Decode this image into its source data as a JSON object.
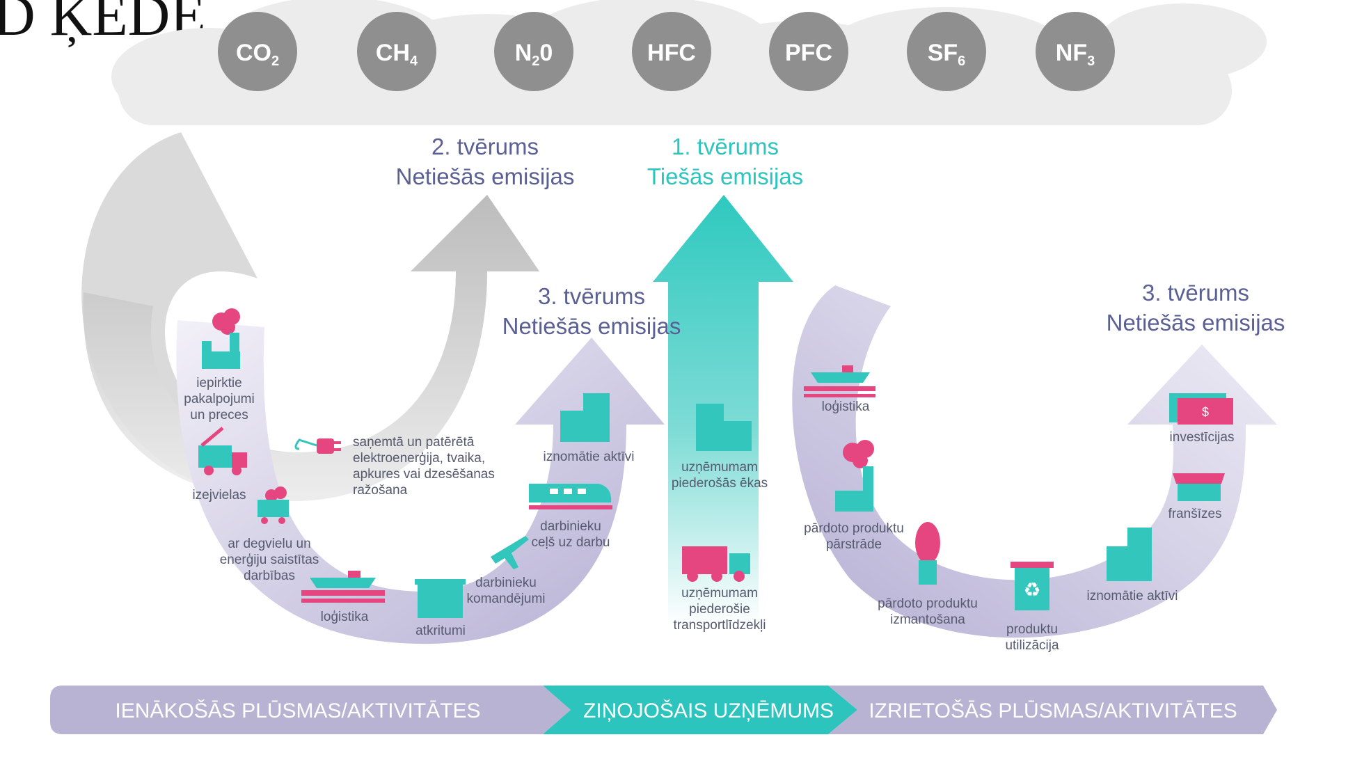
{
  "heading": "D ĶĒDE",
  "gases": [
    "CO",
    "CH",
    "N",
    "HFC",
    "PFC",
    "SF",
    "NF"
  ],
  "gas_subscripts": [
    "2",
    "4",
    "2",
    "",
    "",
    "6",
    "3"
  ],
  "gas_suffix": [
    "",
    "",
    "0",
    "",
    "",
    "",
    ""
  ],
  "scopes": {
    "scope2": {
      "line1": "2. tvērums",
      "line2": "Netiešās emisijas"
    },
    "scope1": {
      "line1": "1. tvērums",
      "line2": "Tiešās emisijas"
    },
    "scope3_up": {
      "line1": "3. tvērums",
      "line2": "Netiešās emisijas"
    },
    "scope3_down": {
      "line1": "3. tvērums",
      "line2": "Netiešās emisijas"
    }
  },
  "upstream": {
    "purchased": [
      "iepirktie",
      "pakalpojumi",
      "un preces"
    ],
    "raw": [
      "izejvielas"
    ],
    "fuel": [
      "ar degvielu un",
      "enerģiju saistītas",
      "darbības"
    ],
    "logistics": [
      "loģistika"
    ],
    "waste": [
      "atkritumi"
    ],
    "business_travel": [
      "darbinieku",
      "komandējumi"
    ],
    "commute": [
      "darbinieku",
      "ceļš uz darbu"
    ],
    "leased": [
      "iznomātie aktīvi"
    ],
    "energy": [
      "saņemtā un patērētā",
      "elektroenerģija, tvaika,",
      "apkures vai dzesēšanas",
      "ražošana"
    ]
  },
  "company": {
    "buildings": [
      "uzņēmumam",
      "piederošās ēkas"
    ],
    "vehicles": [
      "uzņēmumam",
      "piederošie",
      "transportlīdzekļi"
    ]
  },
  "downstream": {
    "logistics": [
      "loģistika"
    ],
    "processing": [
      "pārdoto produktu",
      "pārstrāde"
    ],
    "use": [
      "pārdoto produktu",
      "izmantošana"
    ],
    "disposal": [
      "produktu",
      "utilizācija"
    ],
    "leased": [
      "iznomātie aktīvi"
    ],
    "franchises": [
      "franšīzes"
    ],
    "investments": [
      "investīcijas"
    ]
  },
  "band": {
    "upstream": "IENĀKOŠĀS PLŪSMAS/AKTIVITĀTES",
    "company": "ZIŅOJOŠAIS UZŅĒMUMS",
    "downstream": "IZRIETOŠĀS PLŪSMAS/AKTIVITĀTES"
  },
  "colors": {
    "gas_circle": "#8f8f8f",
    "cloud": "#ececec",
    "scope2_arrow": "#bdbdbd",
    "scope1_teal": "#2ec9bf",
    "scope3_lavender": "#b9b4d6",
    "band_lavender": "#b8b3d3",
    "band_teal": "#2cc4bd",
    "pink": "#e6467f",
    "icon_teal": "#33c6bd"
  }
}
